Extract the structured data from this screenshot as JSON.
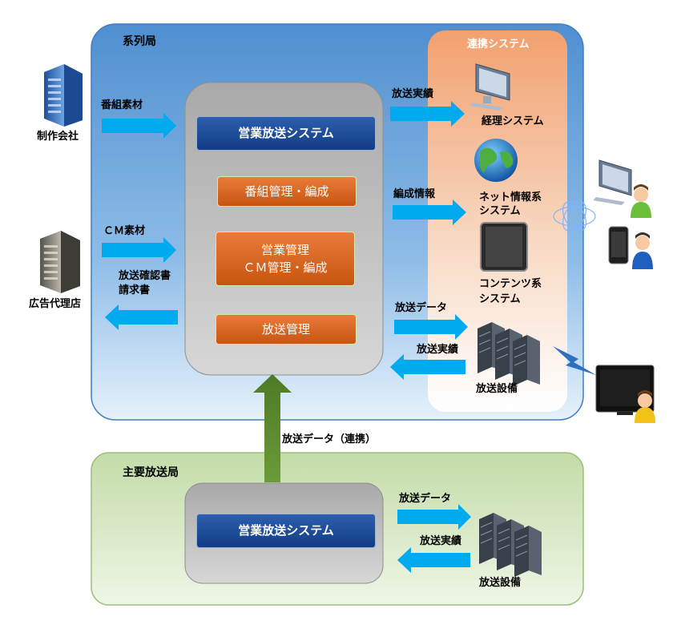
{
  "groups": {
    "keiretsu": "系列局",
    "renkei": "連携システム",
    "shuyo": "主要放送局"
  },
  "external": {
    "production": "制作会社",
    "agency": "広告代理店"
  },
  "systems": {
    "eigyo_top": "営業放送システム",
    "eigyo_bottom": "営業放送システム"
  },
  "modules": {
    "bangumi": "番組管理・編成",
    "eigyo_line1": "営業管理",
    "eigyo_line2": "ＣＭ管理・編成",
    "hoso": "放送管理"
  },
  "flows": {
    "bangumi_sozai": "番組素材",
    "cm_sozai": "ＣＭ素材",
    "confirm_line1": "放送確認書",
    "confirm_line2": "請求書",
    "jisseki_out": "放送実績",
    "hensei": "編成情報",
    "data_top": "放送データ",
    "jisseki_top": "放送実績",
    "renkei_data": "放送データ（連携）",
    "data_bottom": "放送データ",
    "jisseki_bottom": "放送実績"
  },
  "linked_systems": {
    "keiri": "経理システム",
    "net_line1": "ネット情報系",
    "net_line2": "システム",
    "contents_line1": "コンテンツ系",
    "contents_line2": "システム",
    "setsubi_top": "放送設備",
    "setsubi_bottom": "放送設備"
  },
  "colors": {
    "arrow": "#00aaee",
    "green_arrow": "#5a8a2e",
    "keiretsu_bg": "#5b9bd5",
    "shuyo_bg": "#d6e8c2",
    "renkei_bg": "#f4a97c"
  }
}
